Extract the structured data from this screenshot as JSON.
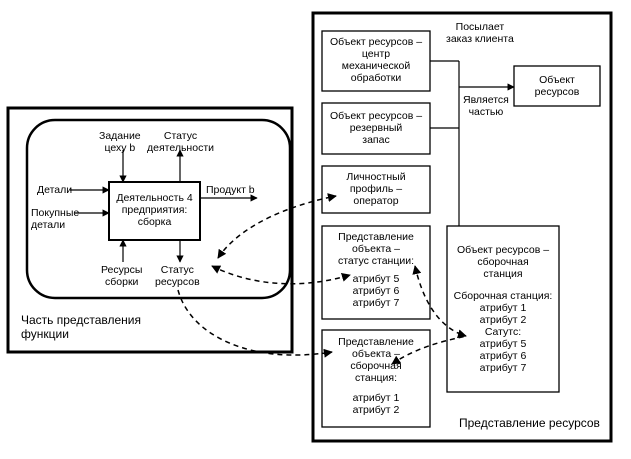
{
  "function_part": {
    "caption_line1": "Часть представления",
    "caption_line2": "функции",
    "activity": {
      "line1": "Деятельность 4",
      "line2": "предприятия:",
      "line3": "сборка"
    },
    "inputs": {
      "details": "Детали",
      "purchased_line1": "Покупные",
      "purchased_line2": "детали"
    },
    "controls": {
      "task_line1": "Задание",
      "task_line2": "цеху b",
      "status_line1": "Статус",
      "status_line2": "деятельности"
    },
    "output": "Продукт b",
    "mechanisms": {
      "resources_line1": "Ресурсы",
      "resources_line2": "сборки",
      "status_res_line1": "Статус",
      "status_res_line2": "ресурсов"
    }
  },
  "resource_part": {
    "caption": "Представление ресурсов",
    "sends_order_line1": "Посылает",
    "sends_order_line2": "заказ клиента",
    "is_part_line1": "Является",
    "is_part_line2": "частью",
    "machining_center": [
      "Объект ресурсов –",
      "центр",
      "механической",
      "обработки"
    ],
    "reserve": [
      "Объект ресурсов –",
      "резервный",
      "запас"
    ],
    "resource_object": [
      "Объект",
      "ресурсов"
    ],
    "operator_profile": [
      "Личностный",
      "профиль –",
      "оператор"
    ],
    "station_status": {
      "title": [
        "Представление",
        "объекта –",
        "статус станции:"
      ],
      "attrs": [
        "атрибут 5",
        "атрибут 6",
        "атрибут 7"
      ]
    },
    "assembly_station_view": {
      "title": [
        "Представление",
        "объекта –",
        "сборочная",
        "станция:"
      ],
      "attrs": [
        "атрибут 1",
        "атрибут 2"
      ]
    },
    "assembly_station_resource": {
      "title": [
        "Объект ресурсов –",
        "сборочная",
        "станция"
      ],
      "subtitle": "Сборочная станция:",
      "attrs_a": [
        "атрибут 1",
        "атрибут 2"
      ],
      "status_label": "Сатутс:",
      "attrs_b": [
        "атрибут 5",
        "атрибут 6",
        "атрибут 7"
      ]
    }
  }
}
